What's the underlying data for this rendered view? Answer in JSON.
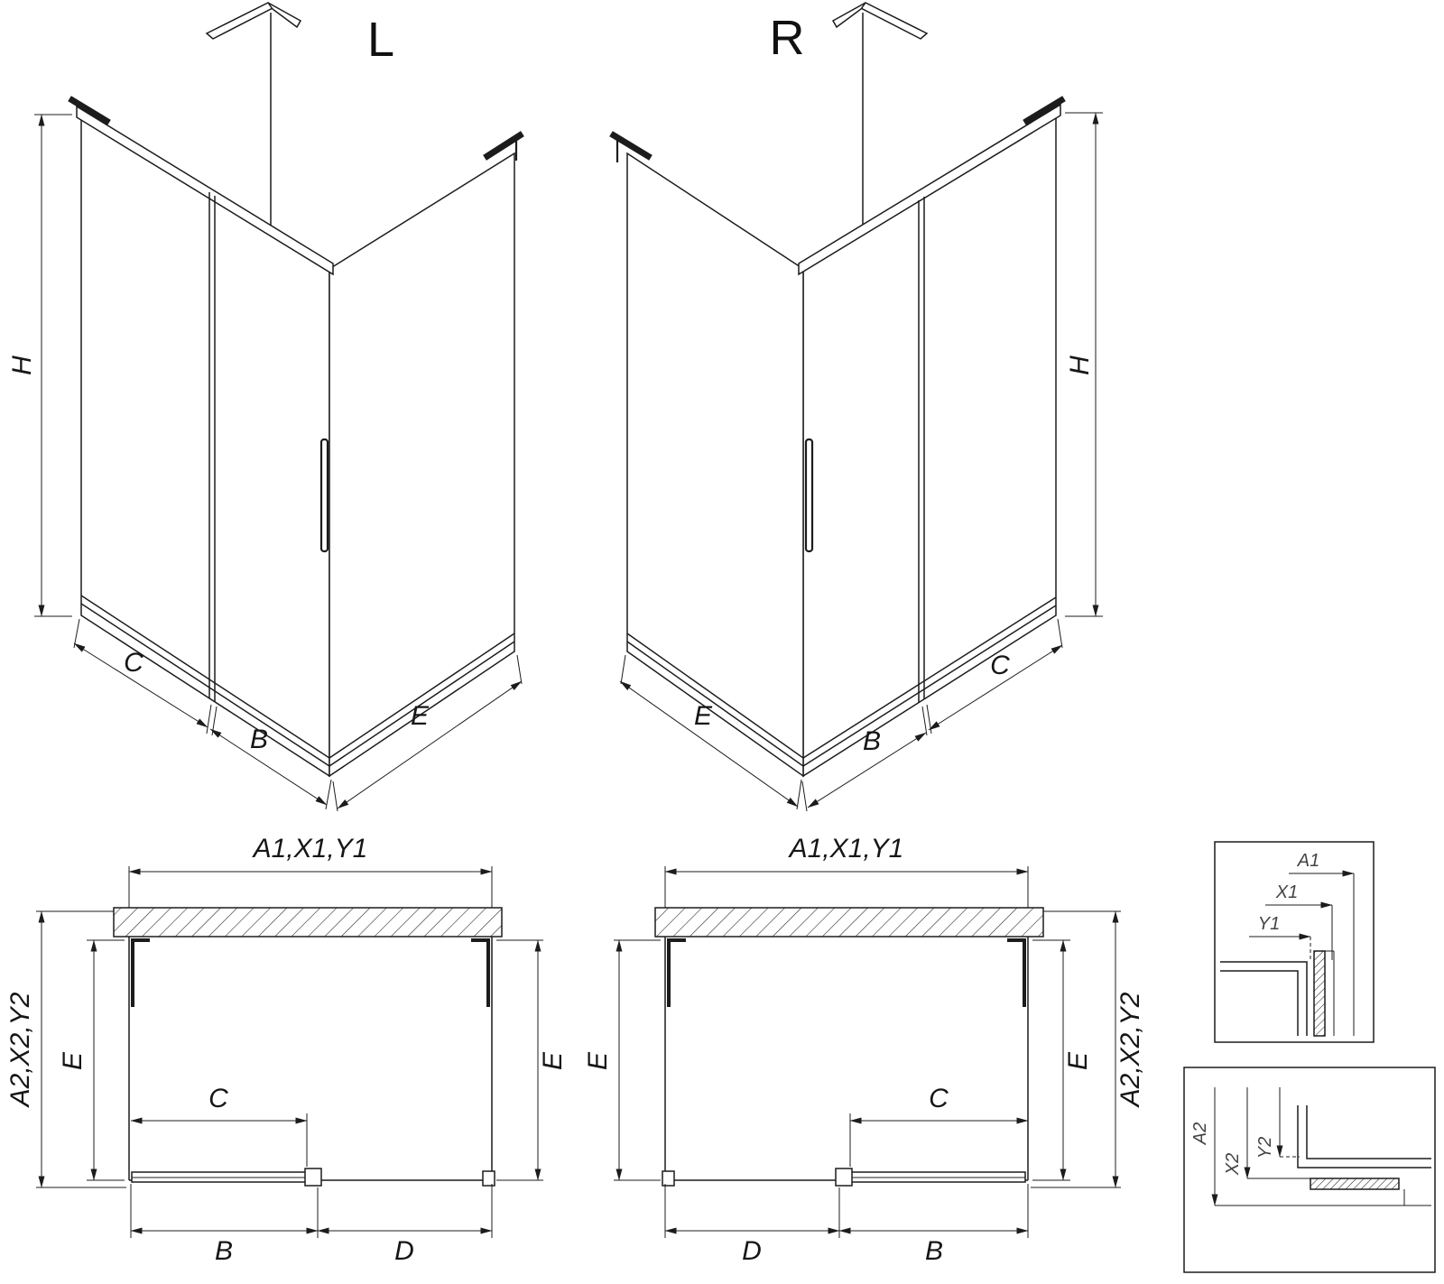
{
  "colors": {
    "line": "#1c1c1c",
    "background": "#ffffff"
  },
  "iso_left": {
    "variant_label": "L",
    "height_label": "H",
    "c_label": "C",
    "b_label": "B",
    "e_label": "E"
  },
  "iso_right": {
    "variant_label": "R",
    "height_label": "H",
    "c_label": "C",
    "b_label": "B",
    "e_label": "E"
  },
  "plan_left": {
    "width_label": "A1,X1,Y1",
    "depth_label": "A2,X2,Y2",
    "e_left_label": "E",
    "e_right_label": "E",
    "c_label": "C",
    "b_label": "B",
    "d_label": "D"
  },
  "plan_right": {
    "width_label": "A1,X1,Y1",
    "depth_label": "A2,X2,Y2",
    "e_left_label": "E",
    "e_right_label": "E",
    "c_label": "C",
    "b_label": "B",
    "d_label": "D"
  },
  "detail_width": {
    "a1_label": "A1",
    "x1_label": "X1",
    "y1_label": "Y1"
  },
  "detail_depth": {
    "a2_label": "A2",
    "x2_label": "X2",
    "y2_label": "Y2"
  }
}
